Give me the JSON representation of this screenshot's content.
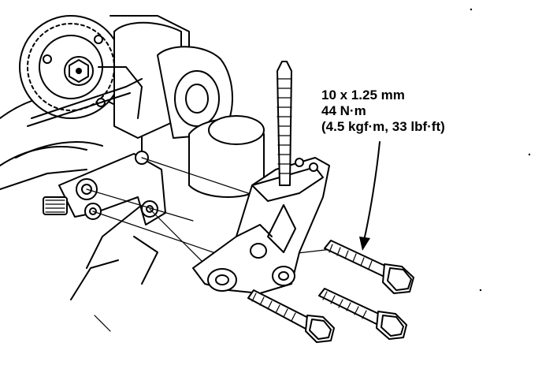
{
  "spec": {
    "bolt_size": "10 x 1.25 mm",
    "torque_nm": "44 N·m",
    "torque_alt": "(4.5 kgf·m, 33 lbf·ft)"
  }
}
